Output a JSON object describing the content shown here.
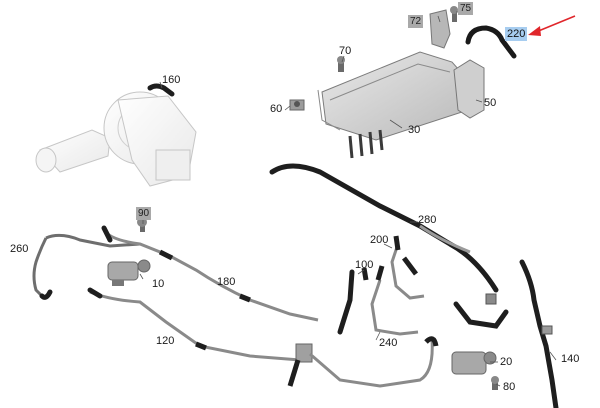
{
  "diagram": {
    "highlight_color": "#a7cdf0",
    "arrow_color": "#e0262b",
    "labels": {
      "p160": "160",
      "p70": "70",
      "p72": "72",
      "p75": "75",
      "p220": "220",
      "p60": "60",
      "p50": "50",
      "p30": "30",
      "p90": "90",
      "p260": "260",
      "p280": "280",
      "p200": "200",
      "p100": "100",
      "p180": "180",
      "p10": "10",
      "p240": "240",
      "p120": "120",
      "p20": "20",
      "p140": "140",
      "p80": "80"
    },
    "highlighted_part": "220"
  }
}
